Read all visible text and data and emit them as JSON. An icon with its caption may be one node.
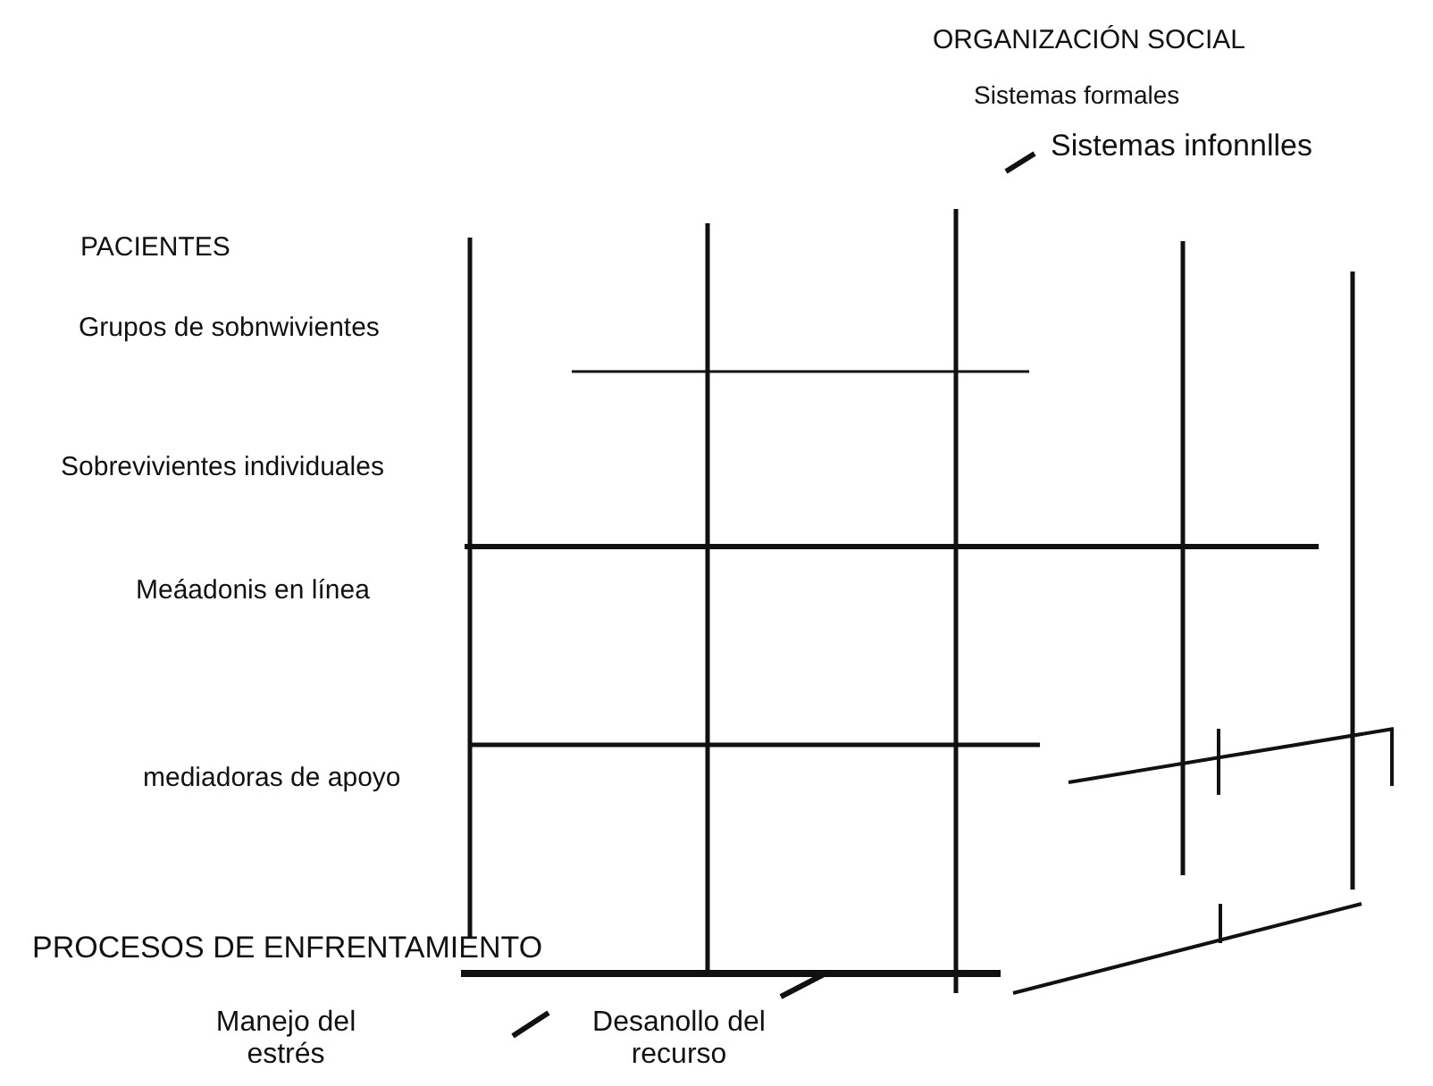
{
  "diagram": {
    "labels": [
      "ORGANIZACIÓN SOCIAL",
      "Sistemas formales",
      "Sistemas infonnlles",
      "PACIENTES",
      "Grupos de sobnwivientes",
      "Sobrevivientes individuales",
      "Meáadonis en línea",
      "mediadoras de apoyo",
      "PROCESOS DE ENFRENTAMIENTO",
      "Manejo del estrés",
      "Desanollo del recurso"
    ]
  }
}
